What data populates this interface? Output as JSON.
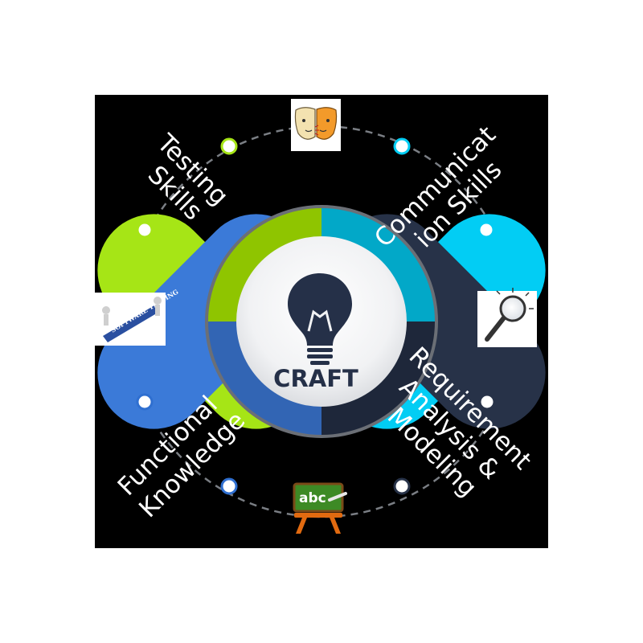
{
  "diagram": {
    "center": {
      "label": "CRAFT",
      "icon": "lightbulb-icon",
      "text_color": "#253048"
    },
    "segments": [
      {
        "id": "testing",
        "lines": [
          "Testing",
          "Skills"
        ],
        "color": "#a6e516",
        "ring_color": "#8fc500",
        "icon": "testing-banner-icon",
        "icon_text": "SOFTWARE TESTING"
      },
      {
        "id": "communication",
        "lines": [
          "Communicat",
          "ion Skills"
        ],
        "color": "#02cdf4",
        "ring_color": "#02a8c8",
        "icon": "talking-faces-icon"
      },
      {
        "id": "requirement",
        "lines": [
          "Requirement",
          "Analysis &",
          "Modeling"
        ],
        "color": "#273248",
        "ring_color": "#1e273a",
        "icon": "magnifier-icon"
      },
      {
        "id": "functional",
        "lines": [
          "Functional",
          "Knowledge"
        ],
        "color": "#3b7ad8",
        "ring_color": "#3265b4",
        "icon": "chalkboard-icon",
        "icon_text": "abc"
      }
    ],
    "colors": {
      "frame": "#000000",
      "ring_outer": "#6b6f76",
      "ring_dashes": "#7a7e84",
      "marker_stroke_green": "#a6e516",
      "marker_stroke_cyan": "#02cdf4",
      "marker_stroke_blue": "#2f6fd0",
      "marker_stroke_navy": "#273248",
      "bulb": "#253048",
      "chalkboard_green": "#3d8a25",
      "chalkboard_easel": "#e16a10"
    }
  }
}
